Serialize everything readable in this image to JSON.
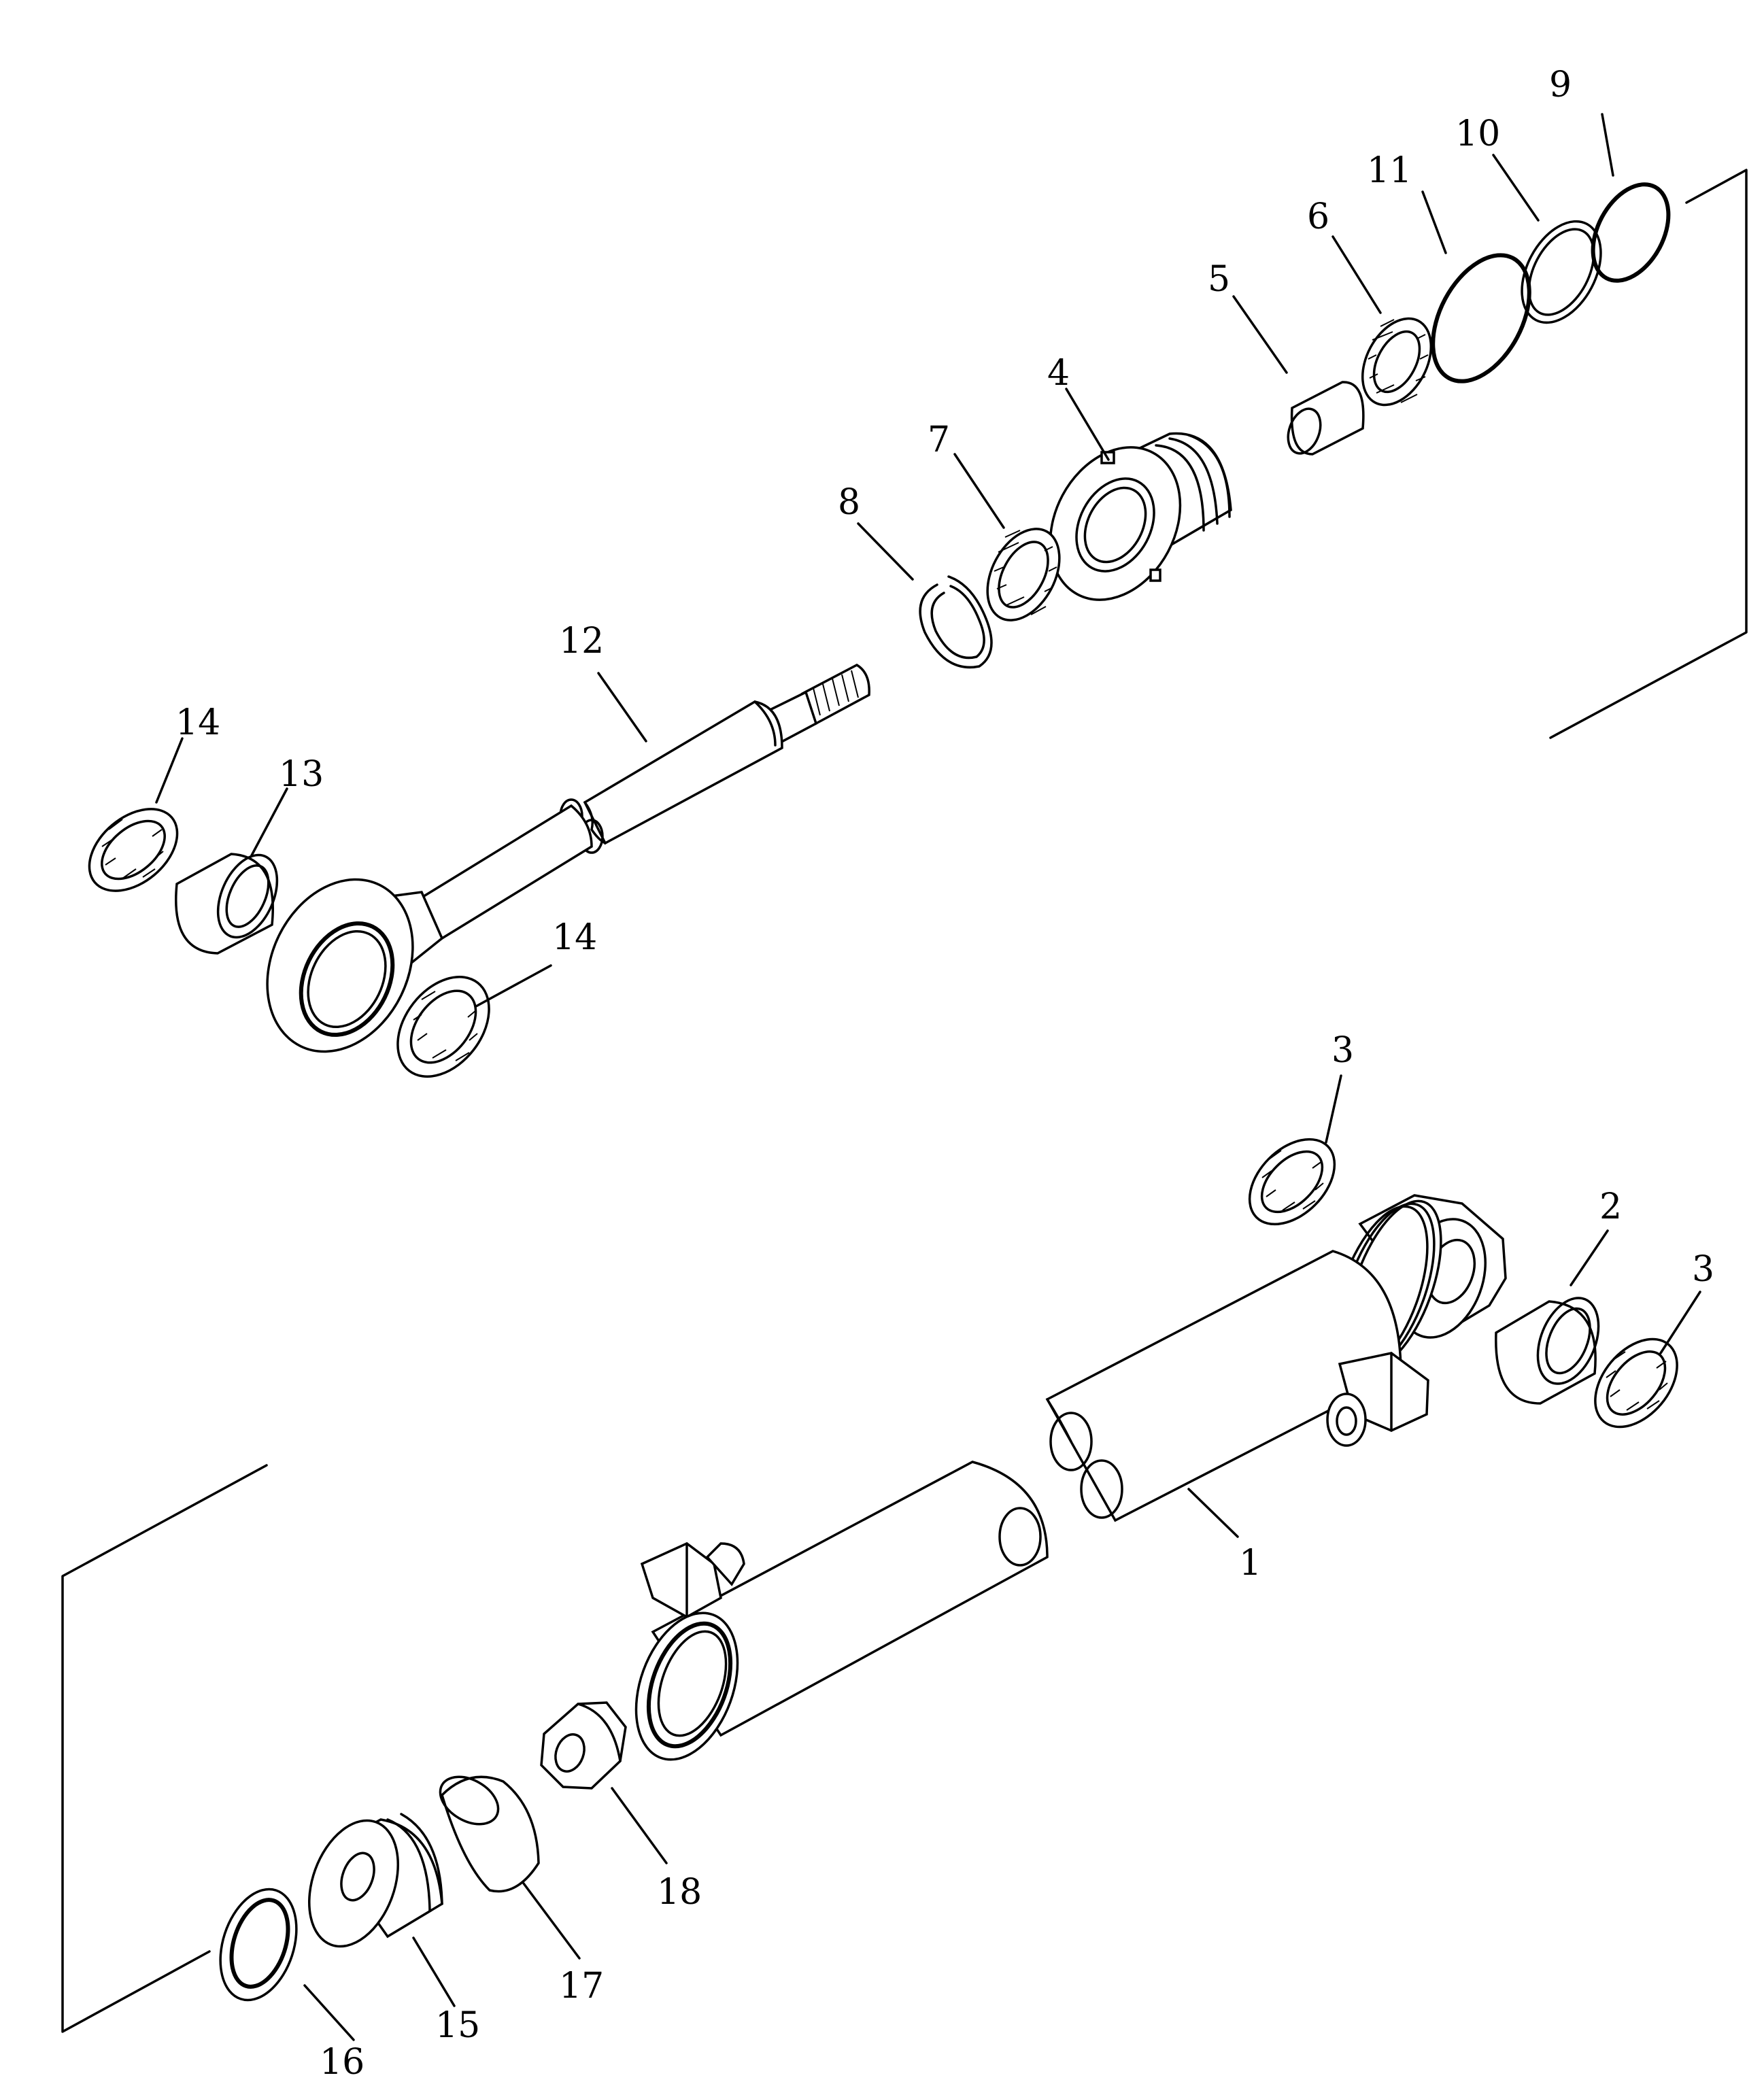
{
  "parts": [
    {
      "id": "part-1",
      "label": "1"
    },
    {
      "id": "part-2",
      "label": "2"
    },
    {
      "id": "part-3a",
      "label": "3"
    },
    {
      "id": "part-3b",
      "label": "3"
    },
    {
      "id": "part-4",
      "label": "4"
    },
    {
      "id": "part-5",
      "label": "5"
    },
    {
      "id": "part-6",
      "label": "6"
    },
    {
      "id": "part-7",
      "label": "7"
    },
    {
      "id": "part-8",
      "label": "8"
    },
    {
      "id": "part-9",
      "label": "9"
    },
    {
      "id": "part-10",
      "label": "10"
    },
    {
      "id": "part-11",
      "label": "11"
    },
    {
      "id": "part-12",
      "label": "12"
    },
    {
      "id": "part-13",
      "label": "13"
    },
    {
      "id": "part-14a",
      "label": "14"
    },
    {
      "id": "part-14b",
      "label": "14"
    },
    {
      "id": "part-15",
      "label": "15"
    },
    {
      "id": "part-16",
      "label": "16"
    },
    {
      "id": "part-17",
      "label": "17"
    },
    {
      "id": "part-18",
      "label": "18"
    }
  ]
}
